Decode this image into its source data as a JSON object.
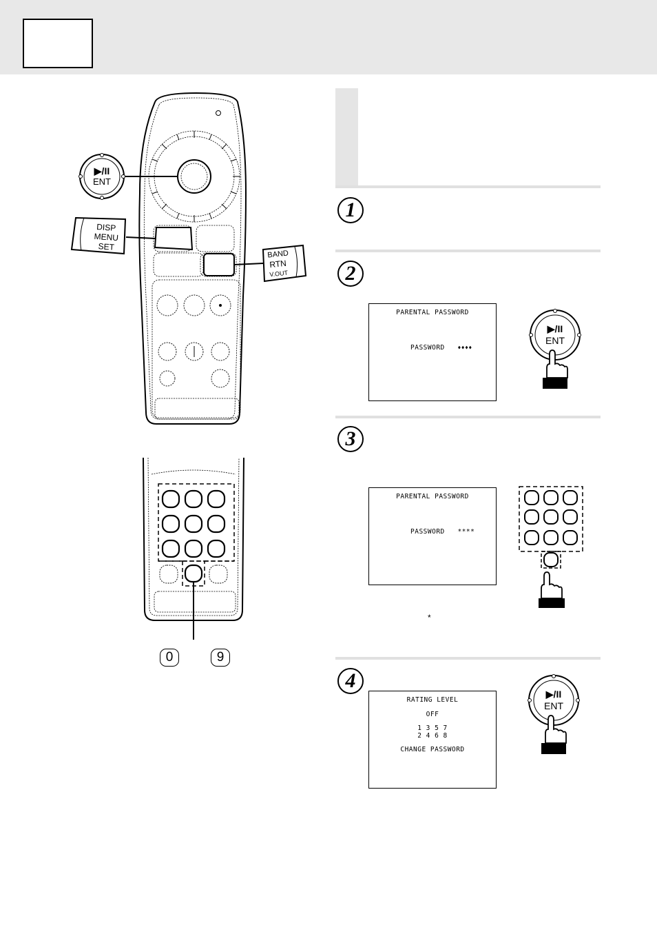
{
  "buttons": {
    "ent_line1": "▶/II",
    "ent_line2": "ENT",
    "disp_lines": [
      "DISP",
      "MENU",
      "SET"
    ],
    "band_lines": [
      "BAND",
      "RTN",
      "V.OUT"
    ]
  },
  "keys": {
    "zero": "0",
    "nine": "9"
  },
  "steps": [
    {
      "number": "1"
    },
    {
      "number": "2"
    },
    {
      "number": "3"
    },
    {
      "number": "4"
    }
  ],
  "screens": {
    "step2": {
      "title": "PARENTAL PASSWORD",
      "label": "PASSWORD",
      "value": "♦♦♦♦"
    },
    "step3": {
      "title": "PARENTAL PASSWORD",
      "label": "PASSWORD",
      "value": "****"
    },
    "step4": {
      "title": "RATING LEVEL",
      "off": "OFF",
      "levels_row1": "1 3 5 7",
      "levels_row2": "2 4 6 8",
      "change": "CHANGE PASSWORD"
    }
  },
  "note_symbol": "*"
}
